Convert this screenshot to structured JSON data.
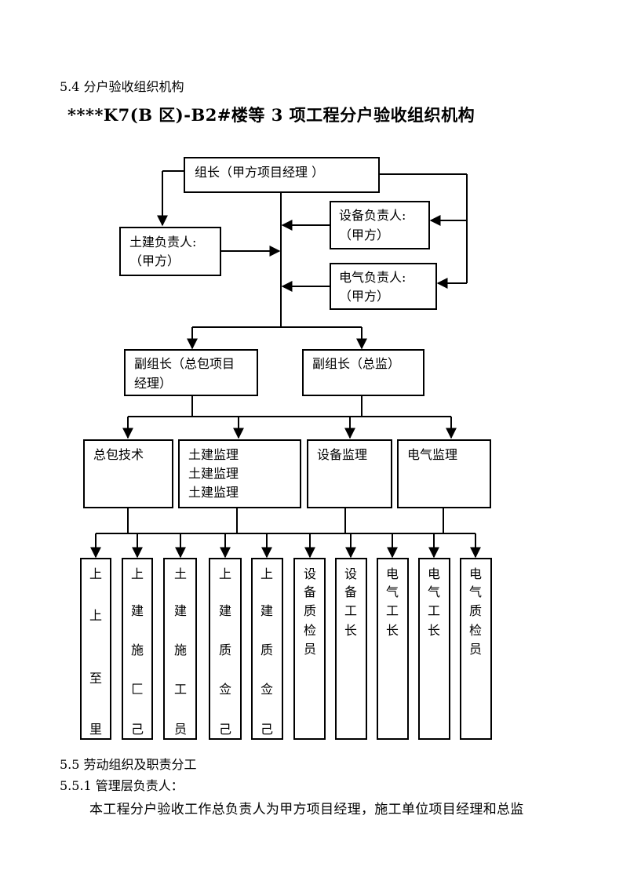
{
  "section_heading": "5.4 分户验收组织机构",
  "title": "****K7(B 区)-B2#楼等 3 项工程分户验收组织机构",
  "org_chart": {
    "leader": "组长（甲方项目经理 ）",
    "civil_owner": [
      "土建负责人:",
      "（甲方）"
    ],
    "equipment_owner": [
      "设备负责人:",
      "（甲方）"
    ],
    "electrical_owner": [
      "电气负责人:",
      "（甲方）"
    ],
    "deputy_contractor": [
      "副组长（总包项目",
      "经理）"
    ],
    "deputy_supervisor": "副组长（总监）",
    "general_tech": "总包技术",
    "civil_supervision": [
      "土建监理",
      "土建监理",
      "土建监理"
    ],
    "equipment_supervision": "设备监理",
    "electrical_supervision": "电气监理",
    "bottom_roles": [
      [
        "上",
        "上",
        "至",
        "里"
      ],
      [
        "上",
        "建",
        "施",
        "匚",
        "己"
      ],
      [
        "土",
        "建",
        "施",
        "工",
        "员"
      ],
      [
        "上",
        "建",
        "质",
        "佥",
        "己"
      ],
      [
        "上",
        "建",
        "质",
        "佥",
        "己"
      ],
      [
        "设",
        "备",
        "质",
        "检",
        "员"
      ],
      [
        "设",
        "备",
        "工",
        "长"
      ],
      [
        "电",
        "气",
        "工",
        "长"
      ],
      [
        "电",
        "气",
        "工",
        "长"
      ],
      [
        "电",
        "气",
        "质",
        "检",
        "员"
      ]
    ]
  },
  "section_55": "5.5 劳动组织及职责分工",
  "section_551": "5.5.1 管理层负责人：",
  "paragraph": "本工程分户验收工作总负责人为甲方项目经理，施工单位项目经理和总监"
}
